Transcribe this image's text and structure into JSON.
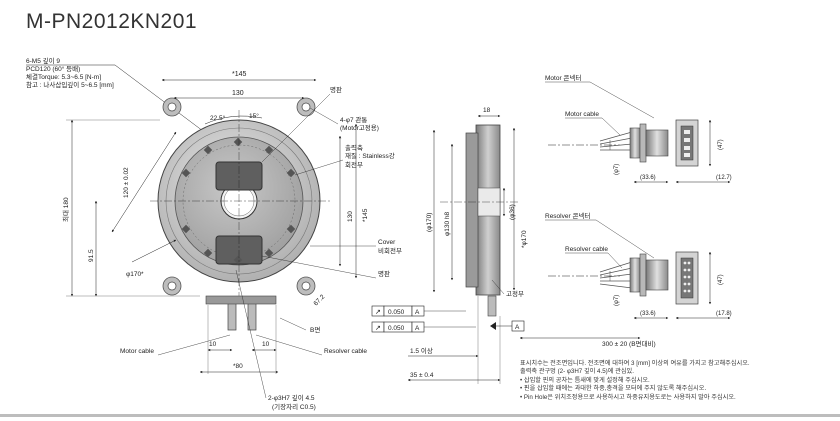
{
  "model": "M-PN2012KN201",
  "front_view": {
    "spec_lines": [
      "6-M5 깊이 9",
      "PCD120 (60° 등배)",
      "체결Torque: 5.3~6.5 [N-m]",
      "참고 : 나사삽입깊이 5~6.5 [mm]"
    ],
    "dims": {
      "d145_top": "*145",
      "d130_top": "130",
      "a225": "22.5°",
      "a15": "15°",
      "d120": "120 ± 0.02",
      "d180": "최대 180",
      "d915": "91.5",
      "d130_right": "130",
      "d145_right": "*145",
      "phi170": "φ170*",
      "d10a": "10",
      "d10b": "10",
      "d80": "*80",
      "d67": "67.2"
    },
    "labels": {
      "myeongpan_top": "명판",
      "holes4": "4-φ7 관통",
      "holes4_sub": "(Motor고정용)",
      "output_shaft": "출력축",
      "material": "재질 : Stainless강",
      "rotating": "회전부",
      "cover": "Cover",
      "cover_sub": "비회전부",
      "myeongpan_bottom": "명판",
      "b_label": "B면",
      "motor_cable": "Motor cable",
      "resolver_cable": "Resolver cable",
      "pin_holes": "2-φ3H7 깊이 4.5",
      "pin_holes_sub": "(기장자리 C0.5)"
    }
  },
  "side_view": {
    "dims": {
      "d18": "18",
      "phi170": "(φ170)",
      "phi130": "φ130 h8",
      "phi36": "(φ36)",
      "phi170_star": "*φ170",
      "fixed": "고정부",
      "d15": "1.5 이상",
      "d35": "35 ± 0.4",
      "d300": "300 ± 20 (B면대비)"
    },
    "tolerances": [
      {
        "sym": "↗",
        "value": "0.050",
        "ref": "A"
      },
      {
        "sym": "↗",
        "value": "0.050",
        "ref": "A"
      }
    ],
    "datum": "A"
  },
  "connectors": {
    "motor": {
      "title": "Motor 콘넥터",
      "cable": "Motor cable",
      "d7": "(φ7)",
      "d336": "(33.6)",
      "d47": "(47)",
      "d127": "(12.7)"
    },
    "resolver": {
      "title": "Resolver 콘넥터",
      "cable": "Resolver cable",
      "d7": "(φ7)",
      "d336": "(33.6)",
      "d47": "(47)",
      "d178": "(17.8)"
    }
  },
  "notes": [
    "표시치수는 전조면입니다. 전조면에 대하여 3 [mm] 이상의 여유를 가지고 참고해주십시오.",
    "출력축 관구멍 (2- φ3H7 깊이 4.5)에 관심있.",
    "• 삽입할 핀의 공차는 틈새에 맞게 설정해 주십시오.",
    "• 핀을 삽입할 때에는 과대한 하중,충격을 모터에 주지 않도록 해주십시오.",
    "• Pin Hole은 위치조정용으로 사용하시고 하중유지용도로는 사용하지 말아 주십시오."
  ],
  "colors": {
    "body_dark": "#8a8a8a",
    "body_light": "#d8d8d8",
    "rotor": "#b4b4b4",
    "line": "#222222"
  }
}
